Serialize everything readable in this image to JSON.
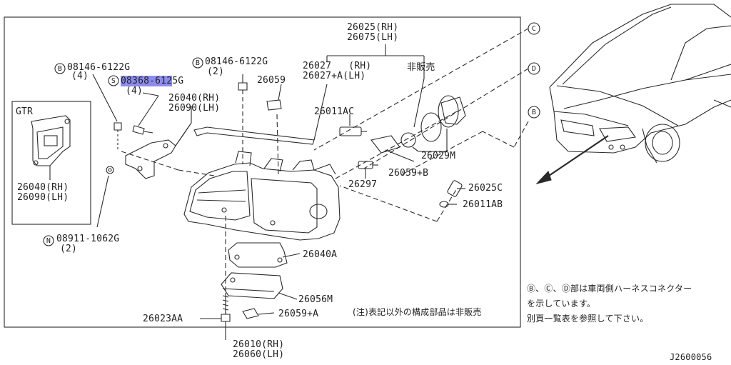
{
  "part_labels": {
    "p26025": "26025(RH)",
    "p26075": "26075(LH)",
    "p26027": "26027   (RH)",
    "p26027a": "26027+A(LH)",
    "not_sold": "非販売",
    "p08146_1": "08146-6122G",
    "qty4_1": "(4)",
    "p08146_2": "08146-6122G",
    "qty2_1": "(2)",
    "p08368_hl": "08368-612",
    "p08368_tail": "5G",
    "qty4_2": "(4)",
    "p26059": "26059",
    "p26040_rh": "26040(RH)",
    "p26090_lh": "26090(LH)",
    "gtr": "GTR",
    "gtr_26040": "26040(RH)",
    "gtr_26090": "26090(LH)",
    "p26011ac": "26011AC",
    "p26029m": "26029M",
    "p26059b": "26059+B",
    "p26297": "26297",
    "p26025c": "26025C",
    "p26011ab": "26011AB",
    "p08911": "08911-1062G",
    "qty2_2": "(2)",
    "p26040a": "26040A",
    "p26056m": "26056M",
    "p26023aa": "26023AA",
    "p26059a": "26059+A",
    "note": "(注)表記以外の構成部品は非販売",
    "p26010": "26010(RH)",
    "p26060": "26060(LH)"
  },
  "callouts": {
    "b1": "B",
    "b2": "B",
    "s": "S",
    "n": "N",
    "c": "C",
    "d": "D",
    "b_car": "B"
  },
  "side_note": {
    "line1": "Ⓑ、Ⓒ、Ⓓ部は車両側ハーネスコネクター",
    "line2": "を示しています。",
    "line3": "別頁一覧表を参照して下さい。"
  },
  "drawing_id": "J2600056"
}
